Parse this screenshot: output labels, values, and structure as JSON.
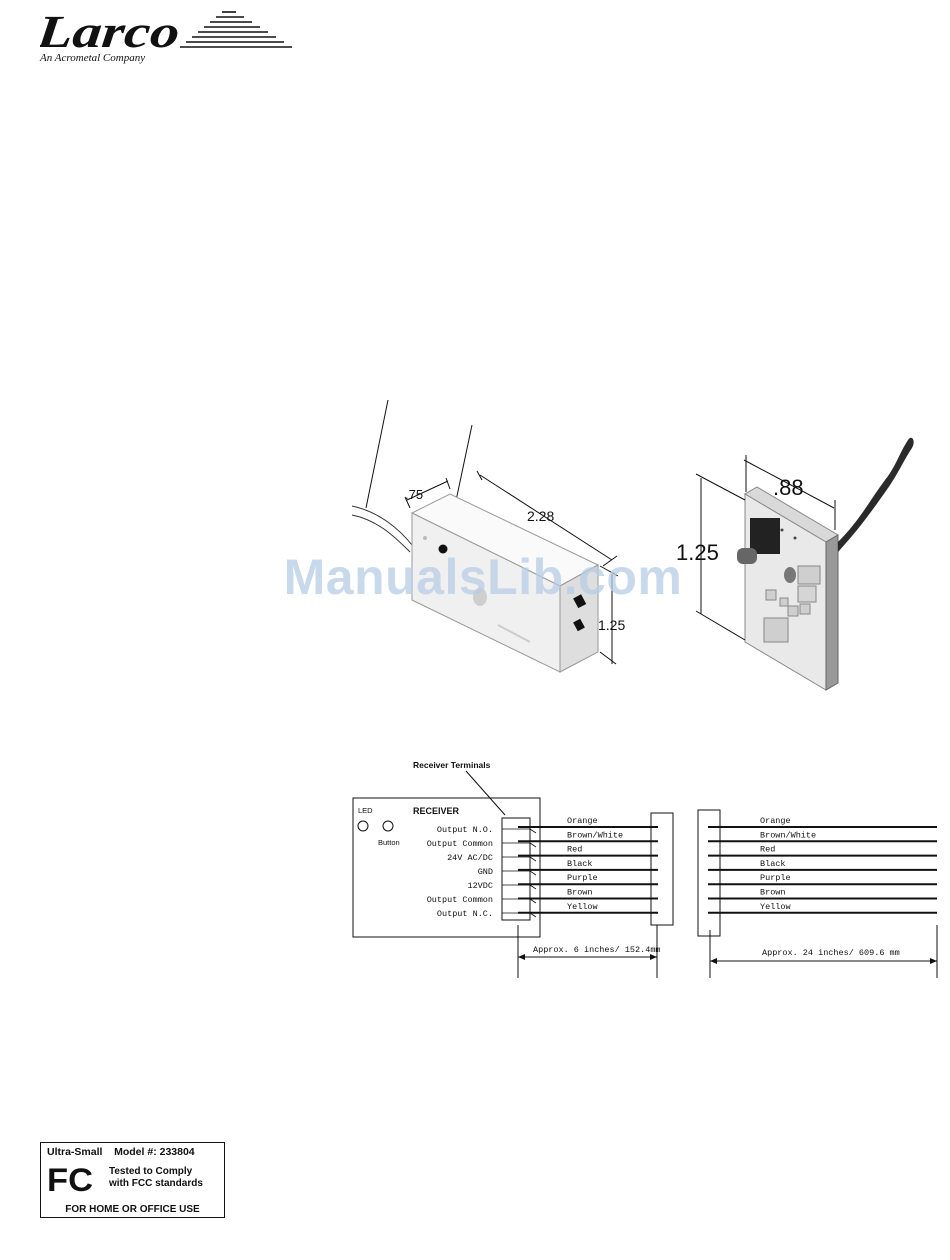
{
  "brand": {
    "name": "Larco",
    "tagline": "An Acrometal Company"
  },
  "watermark": "ManualsLib.com",
  "drawing": {
    "receiver_dims": {
      "depth": ".75",
      "length": "2.28",
      "height": "1.25"
    },
    "board_dims": {
      "width": ".88",
      "height": "1.25"
    }
  },
  "wiring": {
    "caption": "Receiver Terminals",
    "receiver_title": "RECEIVER",
    "led_label": "LED",
    "button_label": "Button",
    "terminals": [
      "Output N.O.",
      "Output Common",
      "24V AC/DC",
      "GND",
      "12VDC",
      "Output Common",
      "Output N.C."
    ],
    "wires": [
      "Orange",
      "Brown/White",
      "Red",
      "Black",
      "Purple",
      "Brown",
      "Yellow"
    ],
    "length_short": "Approx. 6 inches/ 152.4mm",
    "length_long": "Approx. 24 inches/ 609.6 mm"
  },
  "fcc": {
    "title": "Ultra-Small    Model #: 233804",
    "logo_text": "FC",
    "tested_line1": "Tested to Comply",
    "tested_line2": "with FCC standards",
    "use": "FOR HOME OR OFFICE USE"
  },
  "colors": {
    "ink": "#111111",
    "watermark": "#b8cde6"
  }
}
